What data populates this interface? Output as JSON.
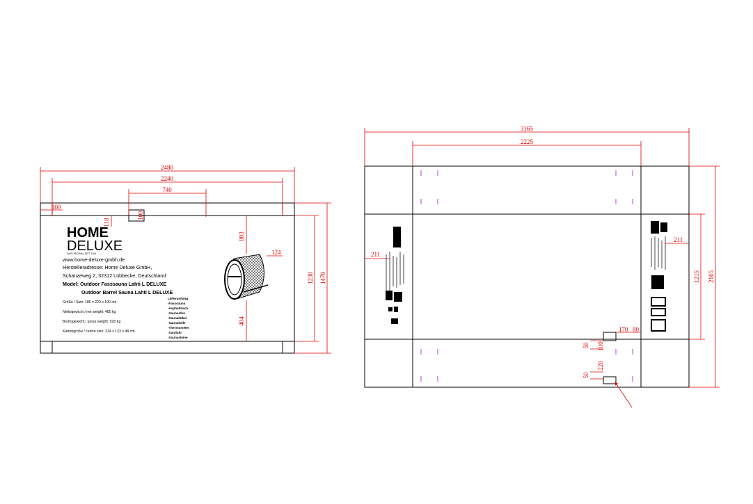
{
  "left_panel": {
    "dims": {
      "overall_width": "2480",
      "inner_width": "2240",
      "flap_width": "740",
      "left_offset": "100",
      "flap_height_top": "118",
      "flap_height": "100",
      "top_gap": "803",
      "side_gap": "124",
      "bottom_gap": "404",
      "inner_height": "1230",
      "overall_height": "1470"
    },
    "logo": {
      "line1": "HOME",
      "line2": "DELUXE",
      "tagline": "DAS ORIGINAL SEIT 2004"
    },
    "website": "www.home-deluxe-gmbh.de",
    "manufacturer": "Herstelleradresse: Home Deluxe GmbH,",
    "address": "Schanzeweg 2, 32312 Lübbecke, Deutschland",
    "model_de": "Model: Outdoor Fasssauna Lahti L DELUXE",
    "model_en": "Outdoor Barrel Sauna Lahti L DELUXE",
    "specs": [
      "Größe / Size: 185 x 220 x 190 cm",
      "Nettogewicht / net weight: 485 kg",
      "Bruttogewicht / gross weight: 520 kg",
      "Kartongröße / carton size: 224 x 123 x 48 cm"
    ],
    "contents_title": "Lieferumfang:",
    "contents": [
      "-Fasssauna",
      "-Asphaltdach",
      "-Saunaofen",
      "-Saunakübel",
      "-Saunakelle",
      "-Thermometer",
      "-Sanduhr",
      "-Saunasteine"
    ]
  },
  "right_panel": {
    "dims": {
      "overall_width": "3165",
      "inner_width": "2225",
      "left_flap": "211",
      "right_flap": "211",
      "inner_height": "1215",
      "overall_height": "2165",
      "handle_offset": "170",
      "handle_gap": "80",
      "handle_height_top": "50",
      "handle_width": "100",
      "handle_length": "220",
      "handle_height_bottom": "50"
    }
  },
  "colors": {
    "dimension": "#e00000",
    "outline": "#000000",
    "guide": "#b040d0"
  }
}
